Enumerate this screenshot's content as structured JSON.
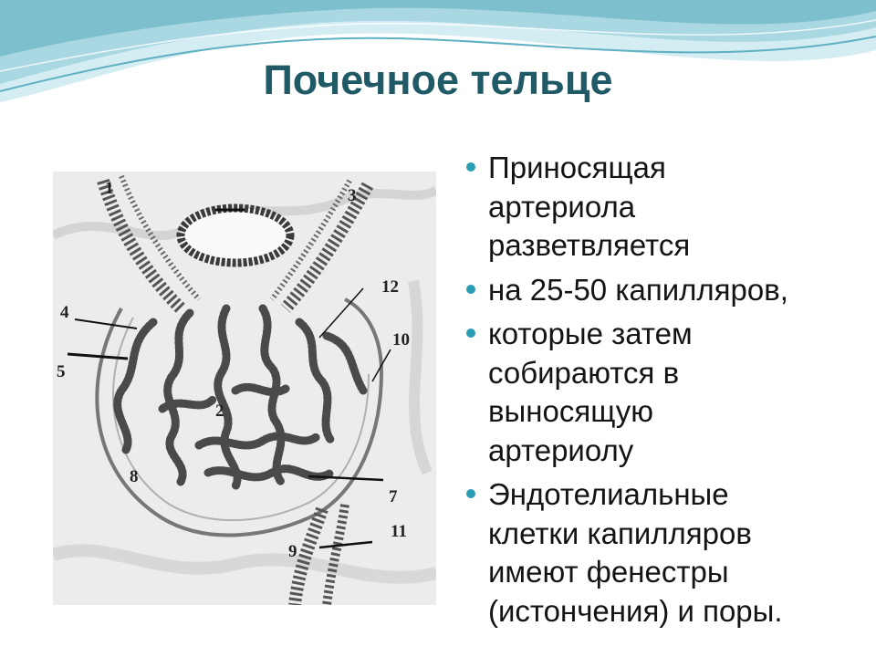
{
  "slide": {
    "title": "Почечное тельце",
    "bullets": [
      "Приносящая\nартериола\nразветвляется",
      "на 25-50 капилляров,",
      "которые затем\nсобираются в\nвыносящую\nартериолу",
      "Эндотелиальные\nклетки  капилляров\nимеют фенестры\n(истончения) и поры."
    ]
  },
  "figure": {
    "labels": [
      "1",
      "2",
      "3",
      "4",
      "5",
      "7",
      "8",
      "9",
      "10",
      "11",
      "12"
    ]
  },
  "colors": {
    "title": "#1f5a66",
    "bullet": "#2a9fb3",
    "wave_dark": "#8fc9d6",
    "wave_light": "#d4edf2"
  }
}
